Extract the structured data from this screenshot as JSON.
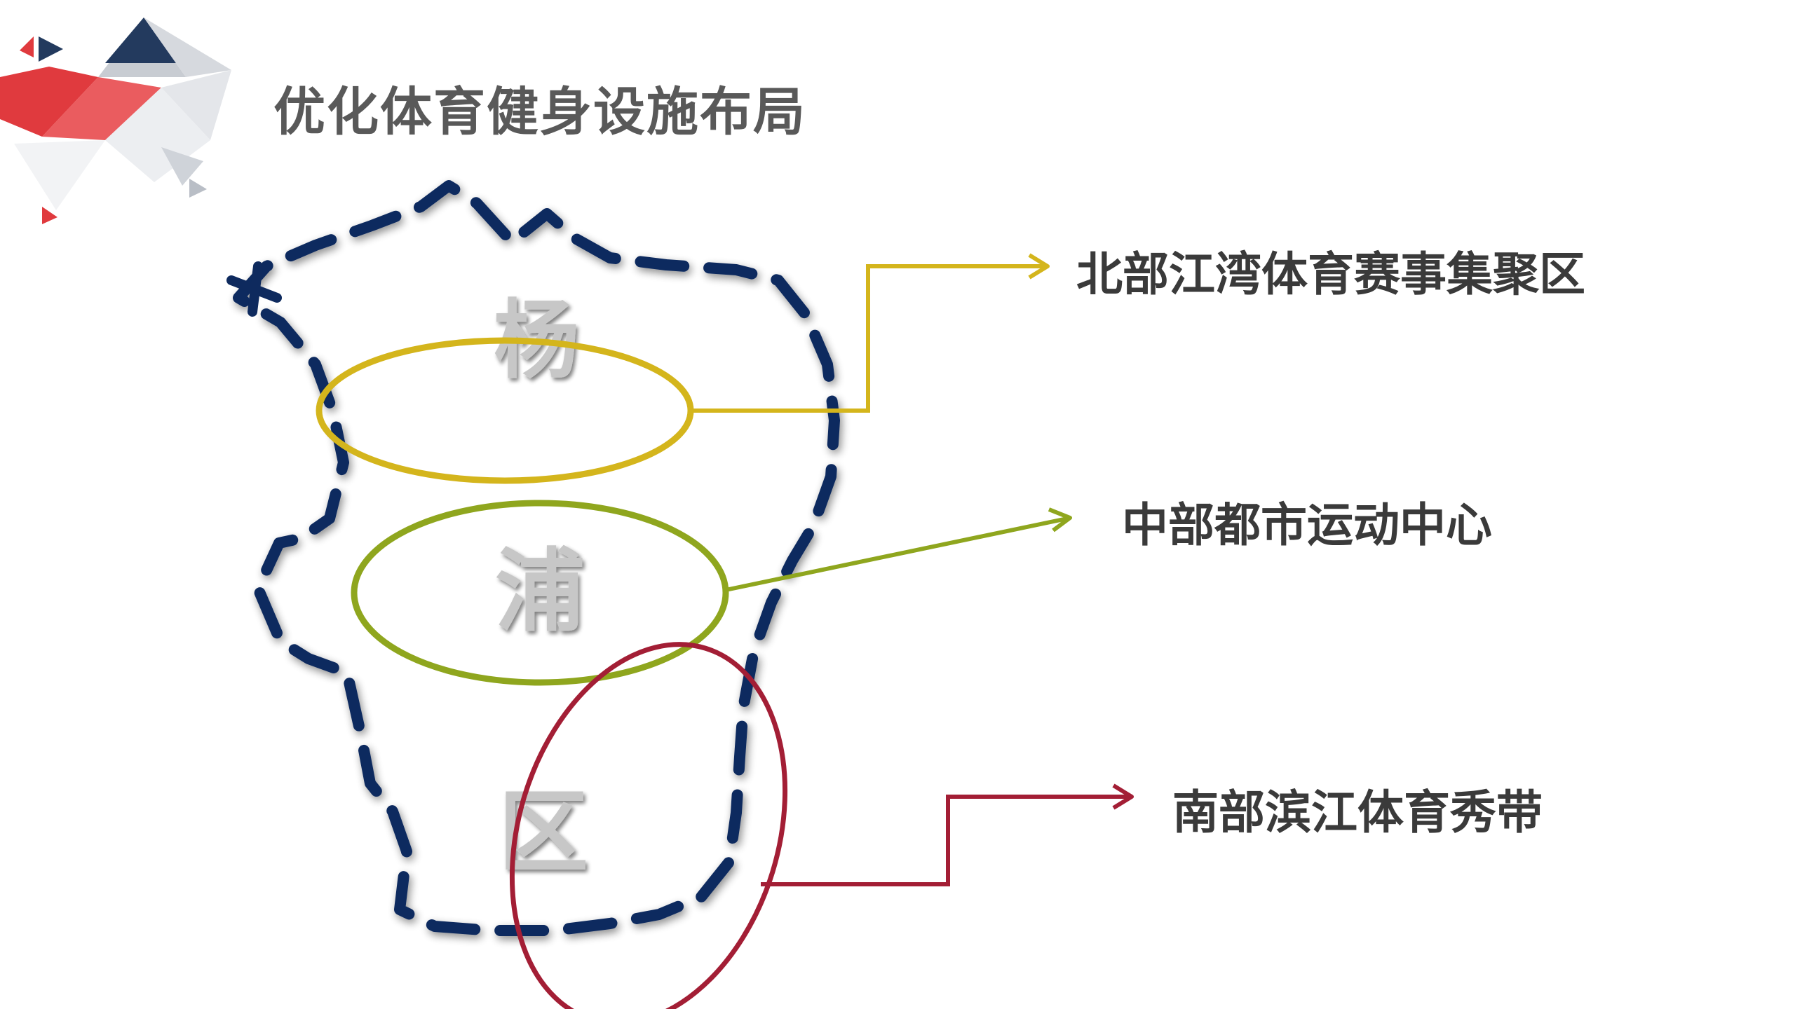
{
  "slide": {
    "title": "优化体育健身设施布局"
  },
  "district": {
    "name_chars": [
      "杨",
      "浦",
      "区"
    ]
  },
  "zones": [
    {
      "label": "北部江湾体育赛事集聚区",
      "color": "#d4b51c"
    },
    {
      "label": "中部都市运动中心",
      "color": "#8fa61e"
    },
    {
      "label": "南部滨江体育秀带",
      "color": "#a31e35"
    }
  ],
  "colors": {
    "boundary": "#0e2a5e",
    "title": "#595959",
    "label": "#3a3a3a",
    "deco_red": "#e03a3e",
    "deco_navy": "#233a5e"
  }
}
